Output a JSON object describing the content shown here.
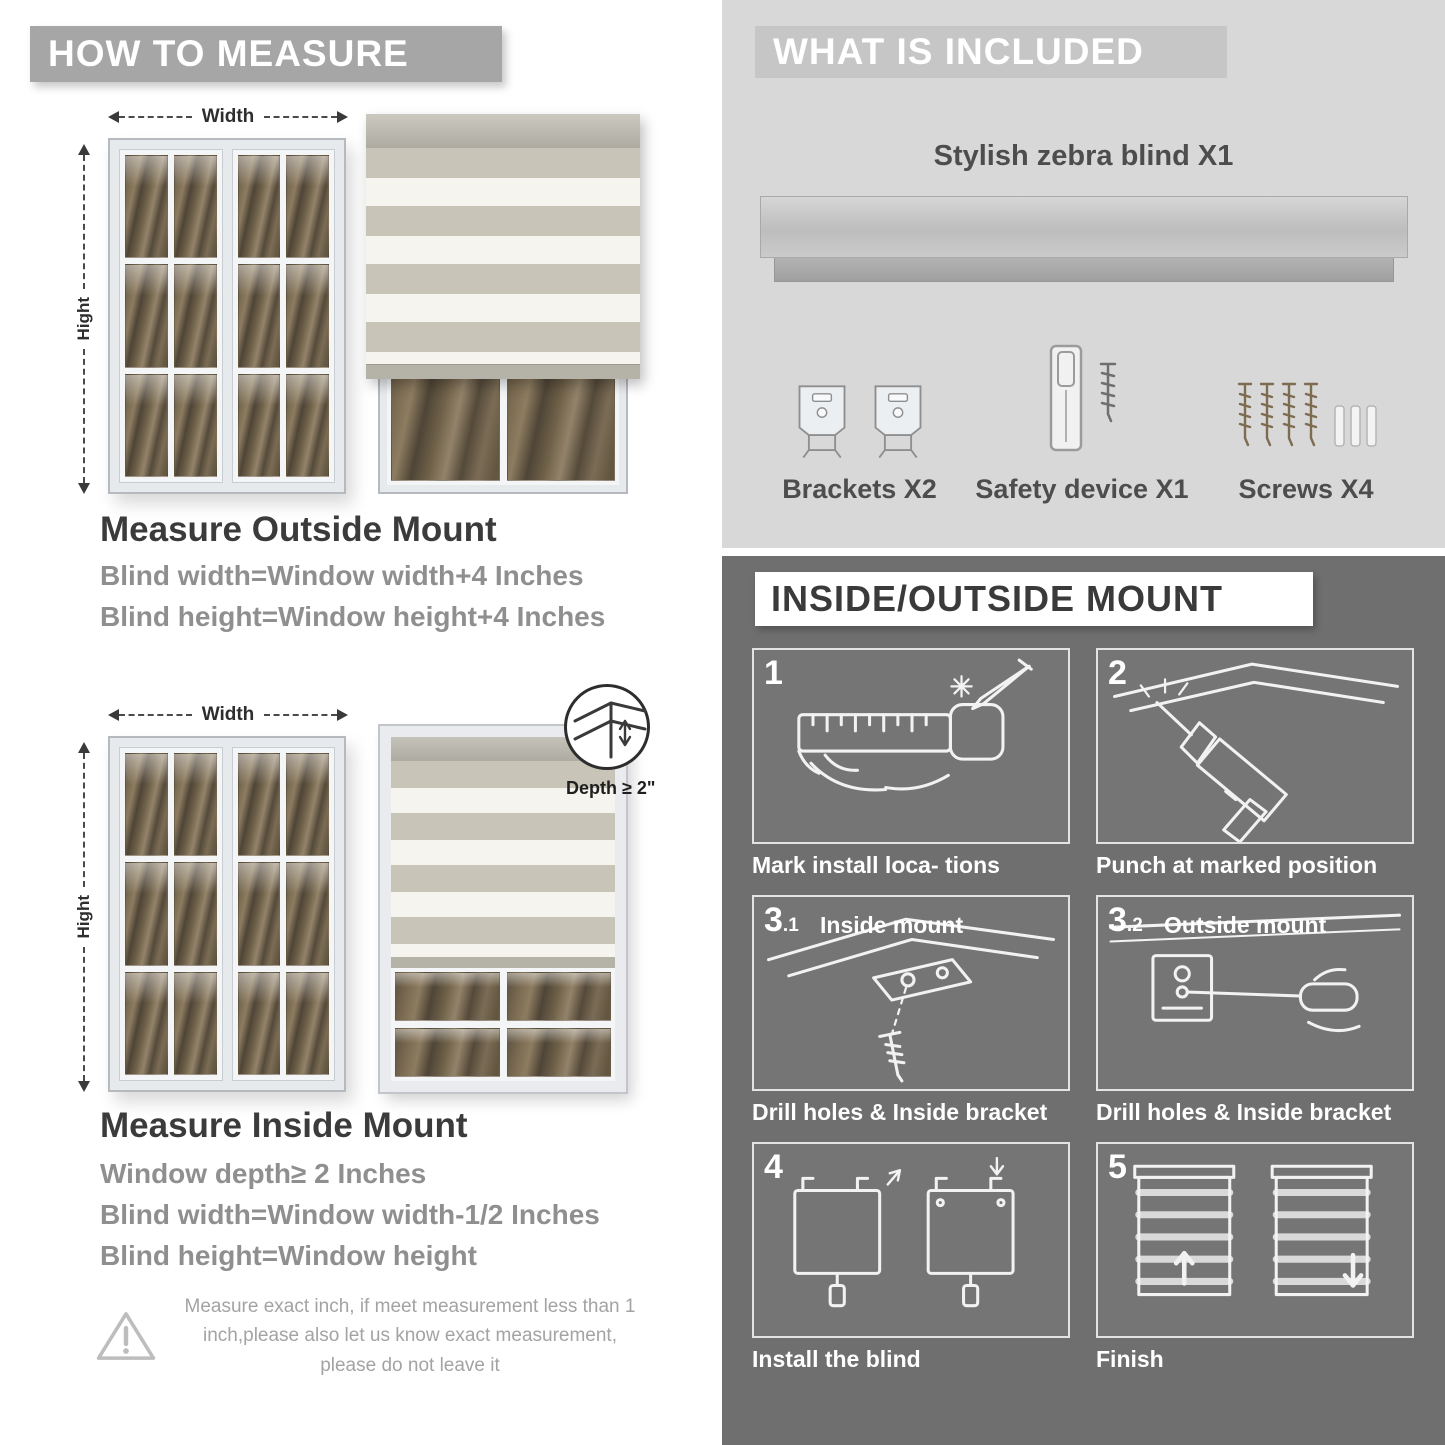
{
  "left": {
    "header": "HOW TO MEASURE",
    "outside": {
      "width_label": "Width",
      "height_label": "Hight",
      "title": "Measure Outside Mount",
      "formulas": [
        "Blind width=Window width+4 Inches",
        "Blind height=Window height+4 Inches"
      ]
    },
    "inside": {
      "width_label": "Width",
      "height_label": "Hight",
      "depth_label": "Depth ≥ 2\"",
      "title": "Measure Inside Mount",
      "formulas": [
        "Window depth≥ 2 Inches",
        "Blind width=Window width-1/2 Inches",
        "Blind height=Window height"
      ]
    },
    "warning_text": "Measure exact inch, if meet measurement less than 1 inch,please also let us know exact measurement, please do not leave it"
  },
  "right": {
    "included": {
      "header": "WHAT IS INCLUDED",
      "blind_label": "Stylish zebra blind X1",
      "items": [
        {
          "label": "Brackets X2"
        },
        {
          "label": "Safety device X1"
        },
        {
          "label": "Screws X4"
        }
      ]
    },
    "mount": {
      "header": "INSIDE/OUTSIDE MOUNT",
      "steps": [
        {
          "number": "1",
          "sub": "",
          "label": "",
          "caption": "Mark install loca- tions"
        },
        {
          "number": "2",
          "sub": "",
          "label": "",
          "caption": "Punch at  marked position"
        },
        {
          "number": "3",
          "sub": ".1",
          "label": "Inside mount",
          "caption": "Drill holes &  Inside bracket"
        },
        {
          "number": "3",
          "sub": ".2",
          "label": "Outside mount",
          "caption": "Drill holes &  Inside bracket"
        },
        {
          "number": "4",
          "sub": "",
          "label": "",
          "caption": "Install the blind"
        },
        {
          "number": "5",
          "sub": "",
          "label": "",
          "caption": "Finish"
        }
      ]
    }
  },
  "colors": {
    "banner_gray": "#a6a6a6",
    "banner_light": "#c6c6c6",
    "section_light": "#d8d8d8",
    "section_dark": "#6f6f6f",
    "formula_gray": "#8f8f8f"
  }
}
